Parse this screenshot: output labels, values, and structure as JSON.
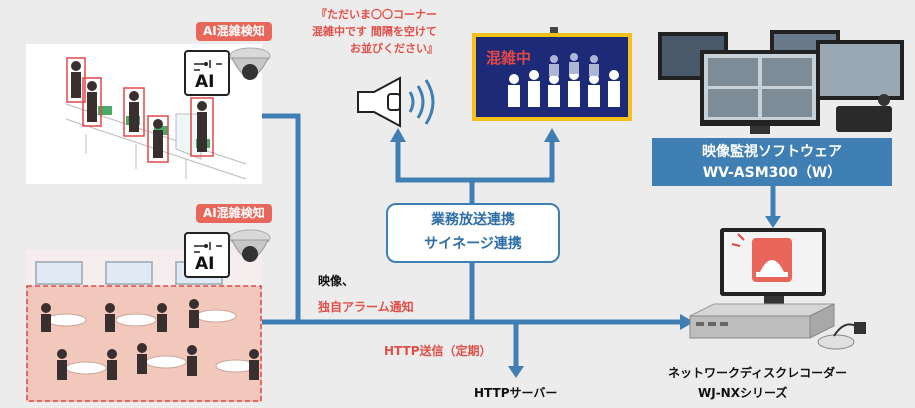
{
  "camera_top": {
    "badge": "AI混雑検知",
    "ai_label": "AI"
  },
  "camera_bottom": {
    "badge": "AI混雑検知",
    "ai_label": "AI"
  },
  "announcement": {
    "line1": "『ただいま〇〇コーナー",
    "line2": "混雑中です 間隔を空けて",
    "line3": "お並びください』"
  },
  "signage": {
    "label": "混雑中"
  },
  "software": {
    "line1": "映像監視ソフトウェア",
    "line2": "WV-ASM300（W）"
  },
  "linkage": {
    "line1": "業務放送連携",
    "line2": "サイネージ連携"
  },
  "stream": {
    "line1": "映像、",
    "line2": "独自アラーム通知"
  },
  "http_send": "HTTP送信（定期）",
  "http_server": "HTTPサーバー",
  "recorder": {
    "line1": "ネットワークディスクレコーダー",
    "line2": "WJ-NXシリーズ"
  },
  "colors": {
    "line": "#3f7fb3",
    "accent": "#e8675a",
    "signage_bg": "#1c2a78",
    "signage_frame": "#f2c21b"
  }
}
